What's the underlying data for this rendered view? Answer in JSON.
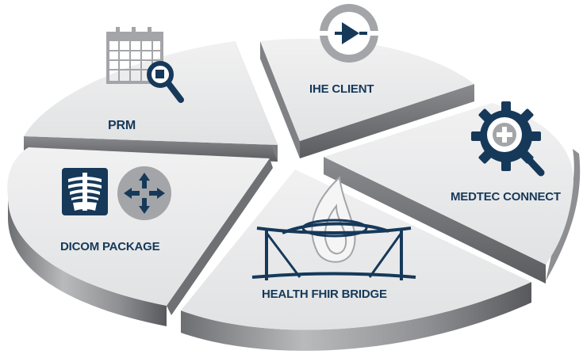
{
  "segments": {
    "prm": {
      "label": "PRM",
      "icon": "calendar-search-icon"
    },
    "ihe_client": {
      "label": "IHE CLIENT",
      "icon": "plug-play-icon"
    },
    "medtec_connect": {
      "label": "MEDTEC CONNECT",
      "icon": "gear-search-plus-icon"
    },
    "health_fhir_bridge": {
      "label": "HEALTH FHIR BRIDGE",
      "icon": "flame-bridge-icon"
    },
    "dicom_package": {
      "label": "DICOM PACKAGE",
      "icons": [
        "xray-skeleton-icon",
        "arrows-compress-icon"
      ]
    }
  },
  "colors": {
    "navy": "#16395a",
    "slice_top": "#ececed",
    "slice_side": "#9b9c9e",
    "icon_gray": "#a4a5a8"
  }
}
